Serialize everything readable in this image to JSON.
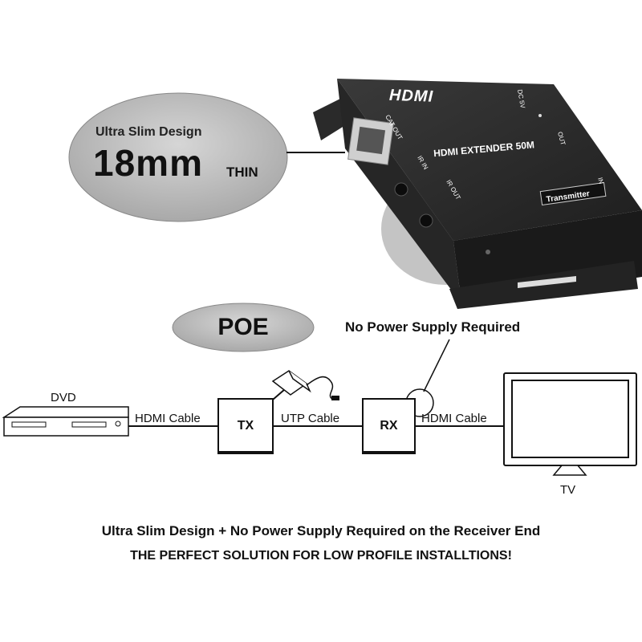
{
  "callout": {
    "slim_label": "Ultra Slim Design",
    "thickness_value": "18mm",
    "thickness_suffix": "THIN"
  },
  "device": {
    "logo": "HDMI",
    "model_label": "HDMI EXTENDER 50M",
    "role_badge": "Transmitter",
    "ports": {
      "cat_out": "CAT OUT",
      "ir_in": "IR IN",
      "ir_out": "IR OUT",
      "dc_5v": "DC 5V",
      "out": "OUT",
      "in": "IN"
    }
  },
  "poe_label": "POE",
  "no_power_label": "No Power Supply Required",
  "diagram": {
    "source_label": "DVD",
    "cable1_label": "HDMI Cable",
    "tx_label": "TX",
    "cable2_label": "UTP Cable",
    "rx_label": "RX",
    "cable3_label": "HDMI Cable",
    "display_label": "TV"
  },
  "footer": {
    "line1": "Ultra Slim Design + No Power Supply Required on the Receiver End",
    "line2": "THE PERFECT SOLUTION FOR LOW PROFILE INSTALLTIONS!"
  },
  "colors": {
    "ellipse_fill": "#bdbdbd",
    "device_body": "#2b2b2b",
    "line": "#111111"
  },
  "icons": [
    "power-adapter-icon",
    "dvd-player-icon",
    "tv-icon",
    "rj45-port-icon"
  ]
}
